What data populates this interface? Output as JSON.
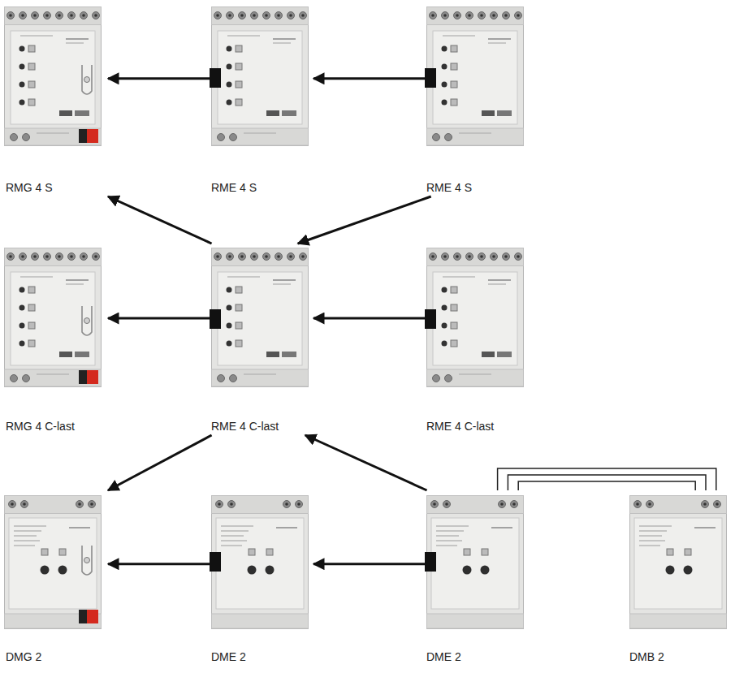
{
  "diagram": {
    "nodes": [
      {
        "text": [
          "RMG 4 S"
        ]
      },
      {
        "text": [
          "RME 4 S"
        ]
      },
      {
        "text": [
          "RME 4 S"
        ]
      },
      {
        "text": [
          "RMG 4 C-last"
        ]
      },
      {
        "text": [
          "RME 4 C-last"
        ]
      },
      {
        "text": [
          "RME 4 C-last"
        ]
      },
      {
        "text": [
          "DMG 2"
        ]
      },
      {
        "text": [
          "DME 2"
        ]
      },
      {
        "text": [
          "DME 2"
        ]
      },
      {
        "text": [
          "DMB 2"
        ]
      }
    ],
    "edges": [
      {
        "from": 1,
        "to": 0,
        "arrow": "to"
      },
      {
        "from": 2,
        "to": 1,
        "arrow": "to"
      },
      {
        "from": 2,
        "to": 4,
        "arrow": "to"
      },
      {
        "from": 4,
        "to": 0,
        "arrow": "to"
      },
      {
        "from": 5,
        "to": 4,
        "arrow": "to"
      },
      {
        "from": 4,
        "to": 3,
        "arrow": "to"
      },
      {
        "from": 4,
        "to": 6,
        "arrow": "to"
      },
      {
        "from": 8,
        "to": 4,
        "arrow": "to"
      },
      {
        "from": 7,
        "to": 6,
        "arrow": "to"
      },
      {
        "from": 8,
        "to": 7,
        "arrow": "to"
      },
      {
        "from": 8,
        "to": 9,
        "arrow": "none"
      }
    ]
  }
}
